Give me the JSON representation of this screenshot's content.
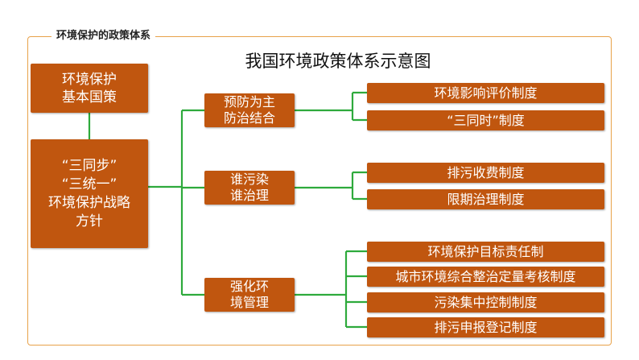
{
  "frame_label": "环境保护的政策体系",
  "title": "我国环境政策体系示意图",
  "root_top": "环境保护\n基本国策",
  "root_main": "“三同步”\n“三统一”\n环境保护战略\n方针",
  "branches": [
    {
      "label": "预防为主\n防治结合",
      "leaves": [
        "环境影响评价制度",
        "“三同时”制度"
      ]
    },
    {
      "label": "谁污染\n谁治理",
      "leaves": [
        "排污收费制度",
        "限期治理制度"
      ]
    },
    {
      "label": "强化环\n境管理",
      "leaves": [
        "环境保护目标责任制",
        "城市环境综合整治定量考核制度",
        "污染集中控制制度",
        "排污申报登记制度"
      ]
    }
  ],
  "colors": {
    "box_fill": "#c0560f",
    "connector": "#2eaa3c",
    "frame": "#e8a24a"
  }
}
